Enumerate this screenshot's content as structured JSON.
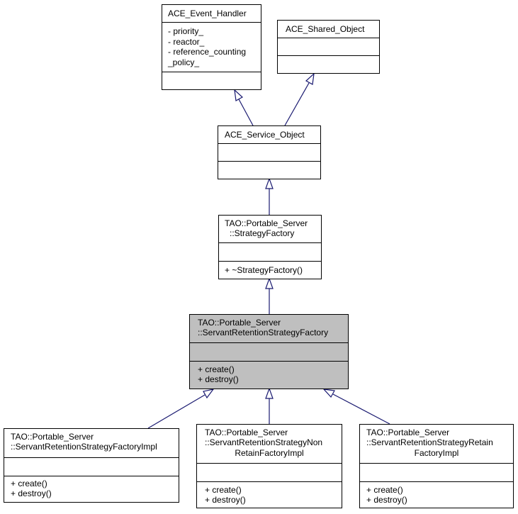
{
  "classes": {
    "ace_event_handler": {
      "name": [
        "ACE_Event_Handler"
      ],
      "attributes": [
        "- priority_",
        "- reactor_",
        "- reference_counting",
        "_policy_"
      ],
      "operations": []
    },
    "ace_shared_object": {
      "name": [
        "ACE_Shared_Object"
      ],
      "attributes": [],
      "operations": []
    },
    "ace_service_object": {
      "name": [
        "ACE_Service_Object"
      ],
      "attributes": [],
      "operations": []
    },
    "strategy_factory": {
      "name": [
        "TAO::Portable_Server",
        "::StrategyFactory"
      ],
      "attributes": [],
      "operations": [
        "+ ~StrategyFactory()"
      ]
    },
    "servant_retention_strategy_factory": {
      "name": [
        "TAO::Portable_Server",
        "::ServantRetentionStrategyFactory"
      ],
      "attributes": [],
      "operations": [
        "+ create()",
        "+ destroy()"
      ]
    },
    "servant_retention_strategy_factory_impl": {
      "name": [
        "TAO::Portable_Server",
        "::ServantRetentionStrategyFactoryImpl"
      ],
      "attributes": [],
      "operations": [
        "+ create()",
        "+ destroy()"
      ]
    },
    "servant_retention_strategy_non_retain_factory_impl": {
      "name": [
        "TAO::Portable_Server",
        "::ServantRetentionStrategyNon",
        "RetainFactoryImpl"
      ],
      "attributes": [],
      "operations": [
        "+ create()",
        "+ destroy()"
      ]
    },
    "servant_retention_strategy_retain_factory_impl": {
      "name": [
        "TAO::Portable_Server",
        "::ServantRetentionStrategyRetain",
        "FactoryImpl"
      ],
      "attributes": [],
      "operations": [
        "+ create()",
        "+ destroy()"
      ]
    }
  },
  "colors": {
    "highlight_fill": "#bfbfbf",
    "box_fill": "#ffffff",
    "box_border": "#000000",
    "edge": "#191970"
  }
}
